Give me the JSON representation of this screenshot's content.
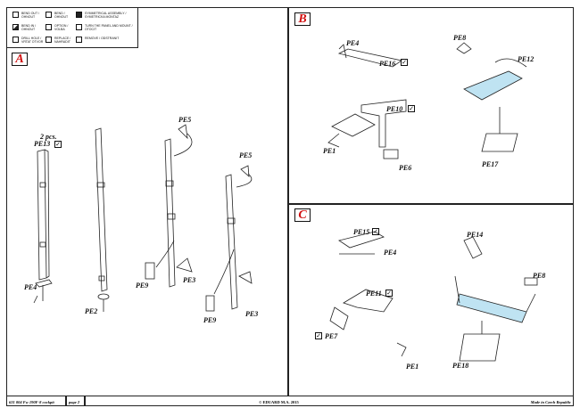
{
  "legend": [
    {
      "icon": "bend-out-icon",
      "text": "BEND OUT / OHNOUT"
    },
    {
      "icon": "bend-icon",
      "text": "BEND / OHNOUT"
    },
    {
      "icon": "symmetrical-assembly-icon",
      "text": "SYMMETRICAL ASSEMBLY / SYMETRICKA MONTAZ"
    },
    {
      "icon": "bend-in-icon",
      "text": "BEND IN / OHNOUT"
    },
    {
      "icon": "option-icon",
      "text": "OPTION / VOLBA"
    },
    {
      "icon": "turn-over-icon",
      "text": "TURN THE PANEL AND MOUNT / OTOCIT"
    },
    {
      "icon": "drill-hole-icon",
      "text": "DRILL HOLE / VRTAT OTVOR"
    },
    {
      "icon": "replace-icon",
      "text": "REPLACE / NAHRADIT"
    },
    {
      "icon": "remove-icon",
      "text": "REMOVE / ODSTRANIT"
    }
  ],
  "sections": {
    "A": {
      "title": "A",
      "qty": "2 pcs.",
      "labels": [
        "PE13",
        "PE4",
        "PE2",
        "PE5",
        "PE9",
        "PE3",
        "PE5",
        "PE9",
        "PE3"
      ]
    },
    "B": {
      "title": "B",
      "labels": [
        "PE4",
        "PE16",
        "PE10",
        "PE1",
        "PE6",
        "PE8",
        "PE12",
        "PE17"
      ]
    },
    "C": {
      "title": "C",
      "labels": [
        "PE15",
        "PE4",
        "PE11",
        "PE7",
        "PE1",
        "PE14",
        "PE8",
        "PE18"
      ]
    }
  },
  "footer": {
    "product": "631 004  Fw 190F-8 cockpit",
    "page": "page 2",
    "copyright": "© EDUARD M.A. 2015",
    "made_in": "Made in Czech Republic"
  },
  "colors": {
    "section_letter": "#d01010",
    "part_fill": "#bfe3f2"
  }
}
